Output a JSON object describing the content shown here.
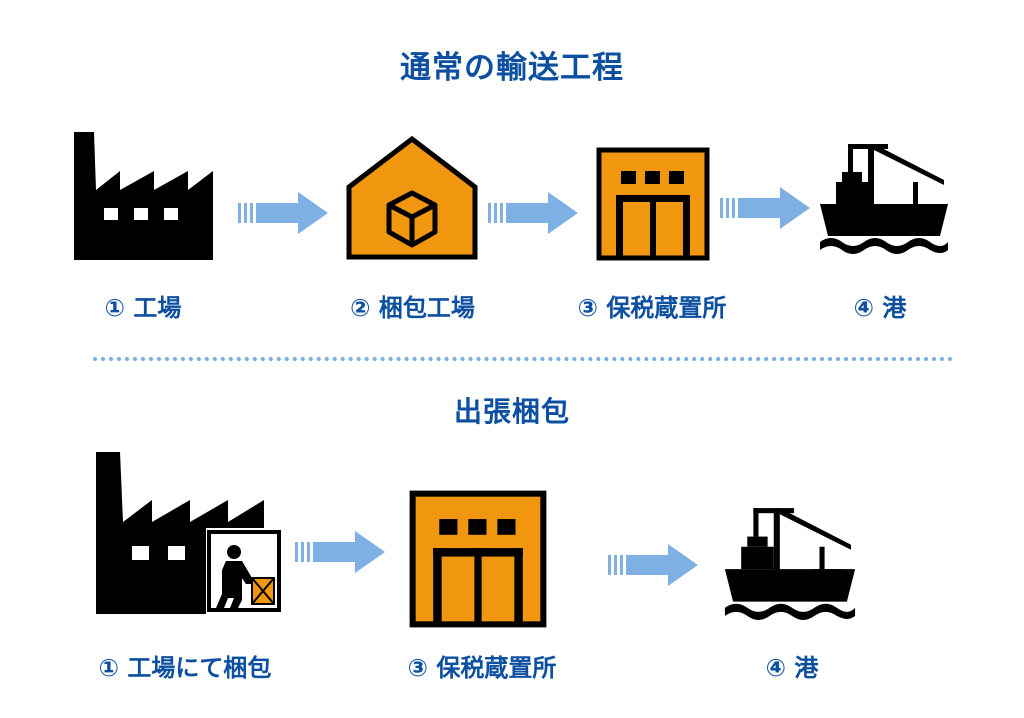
{
  "titles": {
    "top": "通常の輸送工程",
    "bottom": "出張梱包"
  },
  "colors": {
    "title": "#0d4fa0",
    "icon_fill": "#000000",
    "warehouse_orange": "#f0960f",
    "arrow": "#7fb0e4",
    "divider": "#79aee3"
  },
  "flows": {
    "normal": {
      "steps": [
        {
          "label": "① 工場",
          "icon": "factory-icon"
        },
        {
          "label": "② 梱包工場",
          "icon": "packing-factory-icon"
        },
        {
          "label": "③ 保税蔵置所",
          "icon": "bonded-warehouse-icon"
        },
        {
          "label": "④ 港",
          "icon": "port-ship-icon"
        }
      ]
    },
    "onsite": {
      "steps": [
        {
          "label": "① 工場にて梱包",
          "icon": "factory-packing-icon"
        },
        {
          "label": "③ 保税蔵置所",
          "icon": "bonded-warehouse-icon"
        },
        {
          "label": "④ 港",
          "icon": "port-ship-icon"
        }
      ]
    }
  }
}
